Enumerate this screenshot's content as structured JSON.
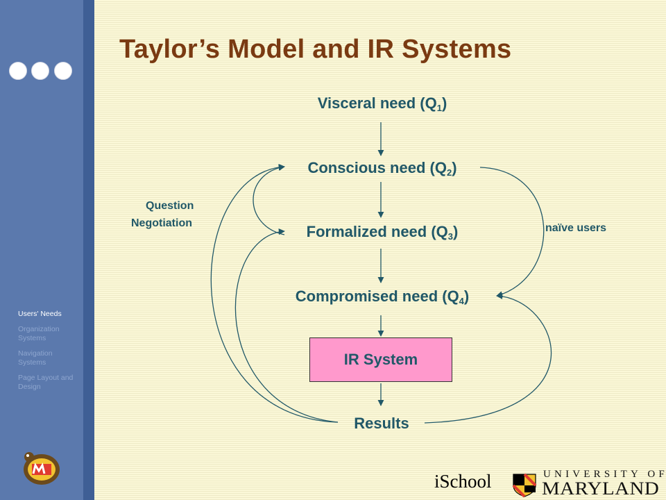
{
  "slide": {
    "title": "Taylor’s Model and IR Systems"
  },
  "sidebar": {
    "nav": [
      {
        "label": "Users' Needs",
        "active": true
      },
      {
        "label": "Organization Systems",
        "active": false
      },
      {
        "label": "Navigation Systems",
        "active": false
      },
      {
        "label": "Page Layout and Design",
        "active": false
      }
    ]
  },
  "diagram": {
    "nodes": {
      "q1": {
        "text": "Visceral need (Q",
        "sub": "1",
        "close": ")"
      },
      "q2": {
        "text": "Conscious need (Q",
        "sub": "2",
        "close": ")"
      },
      "q3": {
        "text": "Formalized need (Q",
        "sub": "3",
        "close": ")"
      },
      "q4": {
        "text": "Compromised need (Q",
        "sub": "4",
        "close": ")"
      },
      "ir": {
        "text": "IR System"
      },
      "results": {
        "text": "Results"
      }
    },
    "labels": {
      "question_line1": "Question",
      "question_line2": "Negotiation",
      "naive": "naïve users"
    },
    "colors": {
      "text": "#215868",
      "arrow": "#215868",
      "ir_box": "#ff99cc"
    }
  },
  "footer": {
    "ischool": "iSchool",
    "umd_top": "UNIVERSITY OF",
    "umd_bottom": "MARYLAND"
  },
  "colors": {
    "sidebar": "#5b79ad",
    "sidebar_edge": "#3f5f95",
    "title": "#7a3a12",
    "background": "#fbf8d8"
  }
}
